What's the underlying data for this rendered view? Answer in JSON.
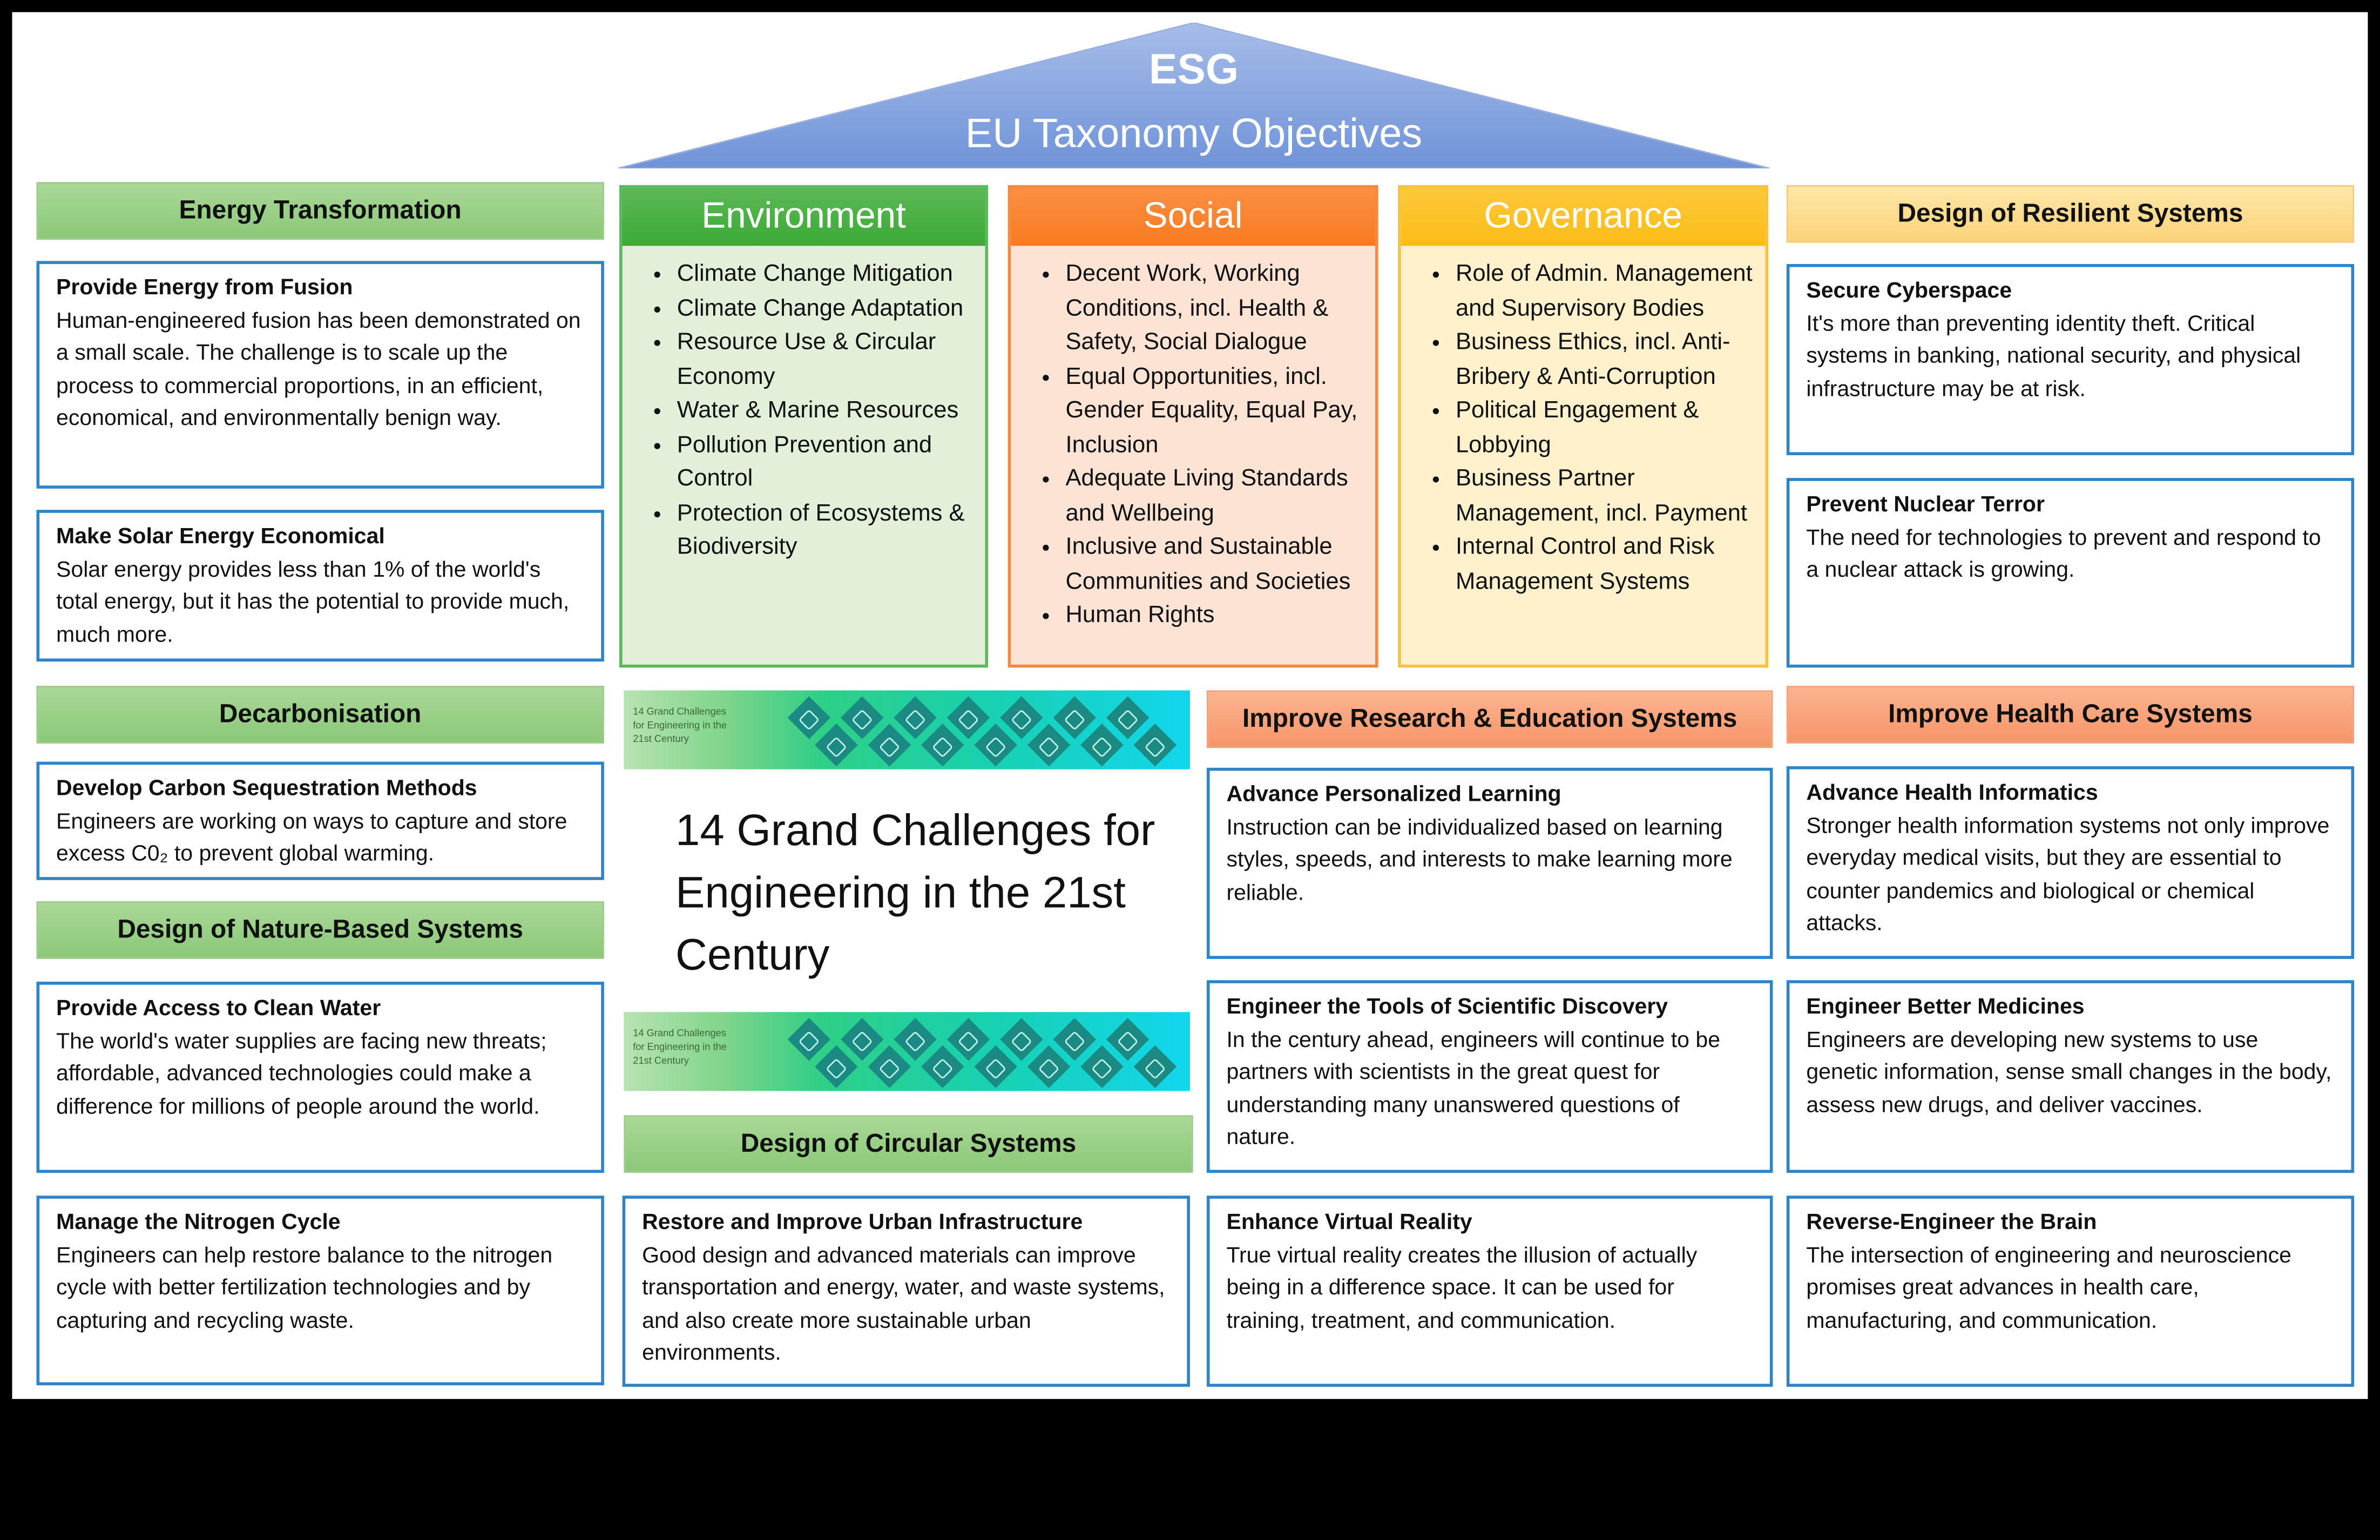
{
  "roof": {
    "title": "ESG",
    "subtitle": "EU Taxonomy Objectives",
    "color": "#7f9fdc"
  },
  "pillars": [
    {
      "name": "Environment",
      "header_color": "#3aaa35",
      "body_color": "#e2f0d9",
      "border_color": "#5cb85c",
      "items": [
        "Climate Change Mitigation",
        "Climate Change Adaptation",
        "Resource Use & Circular Economy",
        "Water & Marine Resources",
        "Pollution Prevention and Control",
        "Protection of Ecosystems & Biodiversity"
      ]
    },
    {
      "name": "Social",
      "header_color": "#f97a1f",
      "body_color": "#fde3d4",
      "border_color": "#f4883c",
      "items": [
        "Decent Work, Working Conditions, incl. Health & Safety, Social Dialogue",
        "Equal Opportunities, incl. Gender Equality, Equal Pay, Inclusion",
        "Adequate Living Standards and Wellbeing",
        "Inclusive and Sustainable Communities and Societies",
        "Human Rights"
      ]
    },
    {
      "name": "Governance",
      "header_color": "#fbbd16",
      "body_color": "#fff1cc",
      "border_color": "#f5c342",
      "items": [
        "Role of Admin. Management and Supervisory Bodies",
        "Business Ethics, incl. Anti-Bribery & Anti-Corruption",
        "Political Engagement & Lobbying",
        "Business Partner Management, incl. Payment",
        "Internal Control and Risk Management Systems"
      ]
    }
  ],
  "center": {
    "title": "14 Grand Challenges for Engineering in the 21st Century",
    "banner_text": "14 Grand Challenges for Engineering in the 21st Century"
  },
  "headers": {
    "energy": "Energy Transformation",
    "decarbonisation": "Decarbonisation",
    "nature": "Design of Nature-Based Systems",
    "circular": "Design of Circular Systems",
    "research": "Improve Research & Education Systems",
    "resilient": "Design of Resilient Systems",
    "health": "Improve Health Care Systems"
  },
  "cards": {
    "fusion": {
      "title": "Provide Energy from Fusion",
      "text": "Human-engineered fusion has been demonstrated on a small scale. The challenge is to scale up the process to commercial proportions, in an efficient, economical, and environmentally benign way."
    },
    "solar": {
      "title": "Make Solar Energy Economical",
      "text": "Solar energy provides less than 1% of the world's total energy, but it has the potential to provide much, much more."
    },
    "carbon": {
      "title": "Develop Carbon Sequestration Methods",
      "text": "Engineers are working on ways to capture and store excess C0₂ to prevent global warming."
    },
    "water": {
      "title": "Provide Access to Clean Water",
      "text": "The world's water supplies are facing new threats; affordable, advanced technologies could make a difference for millions of people around the world."
    },
    "nitrogen": {
      "title": "Manage the Nitrogen Cycle",
      "text": "Engineers can help restore balance to the nitrogen cycle with better fertilization technologies and by capturing and recycling waste."
    },
    "urban": {
      "title": "Restore and Improve Urban Infrastructure",
      "text": "Good design and advanced materials can improve transportation and energy, water, and waste systems, and also create more sustainable urban environments."
    },
    "learning": {
      "title": "Advance Personalized Learning",
      "text": "Instruction can be individualized based on learning styles, speeds, and interests to make learning more reliable."
    },
    "tools": {
      "title": "Engineer the Tools of Scientific Discovery",
      "text": "In the century ahead, engineers will continue to be partners with scientists in the great quest for understanding many unanswered questions of nature."
    },
    "vr": {
      "title": "Enhance Virtual Reality",
      "text": "True virtual reality creates the illusion of actually being in a difference space. It can be used for training, treatment, and communication."
    },
    "cyber": {
      "title": "Secure Cyberspace",
      "text": "It's more than preventing identity theft. Critical systems in banking, national security, and physical infrastructure may be at risk."
    },
    "nuclear": {
      "title": "Prevent Nuclear Terror",
      "text": "The need for technologies to prevent and respond to a nuclear attack is growing."
    },
    "informatics": {
      "title": "Advance Health Informatics",
      "text": "Stronger health information systems not only improve everyday medical visits, but they are essential to counter pandemics and biological or chemical attacks."
    },
    "medicines": {
      "title": "Engineer Better Medicines",
      "text": "Engineers are developing new systems to use genetic information, sense small changes in the body, assess new drugs, and deliver vaccines."
    },
    "brain": {
      "title": "Reverse-Engineer the Brain",
      "text": "The intersection of engineering and neuroscience promises great advances in health care, manufacturing, and communication."
    }
  }
}
